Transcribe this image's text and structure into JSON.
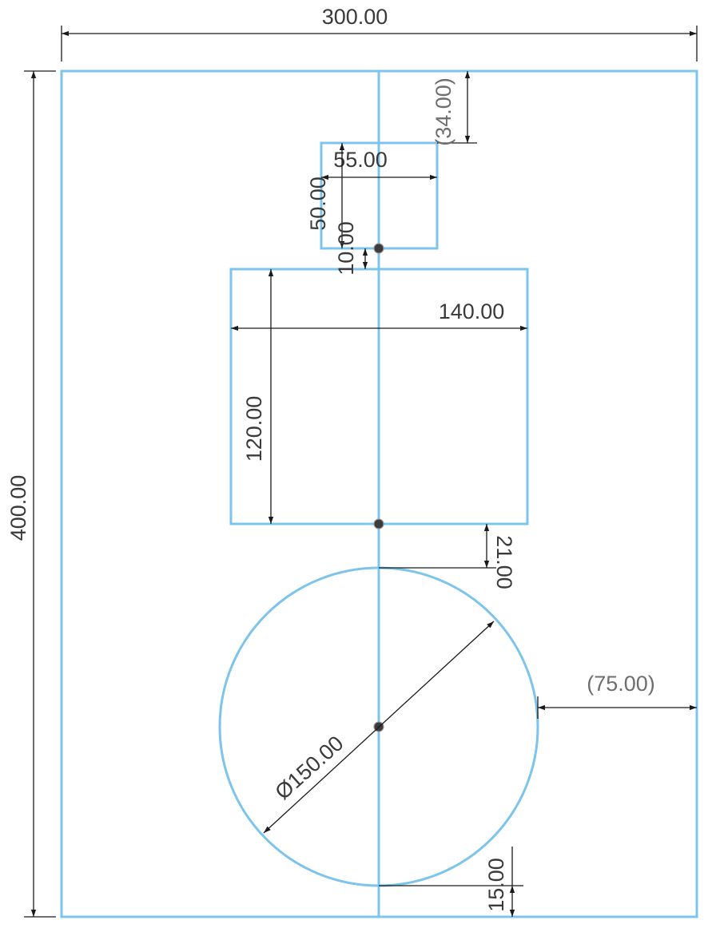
{
  "dimensions": {
    "overall_width": "300.00",
    "overall_height": "400.00",
    "top_offset": "(34.00)",
    "small_rect_width": "55.00",
    "small_rect_height": "50.00",
    "gap_between_rects": "10.00",
    "large_rect_width": "140.00",
    "large_rect_height": "120.00",
    "gap_to_circle": "21.00",
    "circle_diameter": "Ø150.00",
    "circle_to_right_edge": "(75.00)",
    "bottom_offset": "15.00"
  },
  "colors": {
    "geometry": "#7cc4ec",
    "dimension_line": "#1a1a1a",
    "dimension_text": "#3a3a3a",
    "reference_text": "#6e6e6e",
    "sketch_point": "#3c3c3c"
  }
}
